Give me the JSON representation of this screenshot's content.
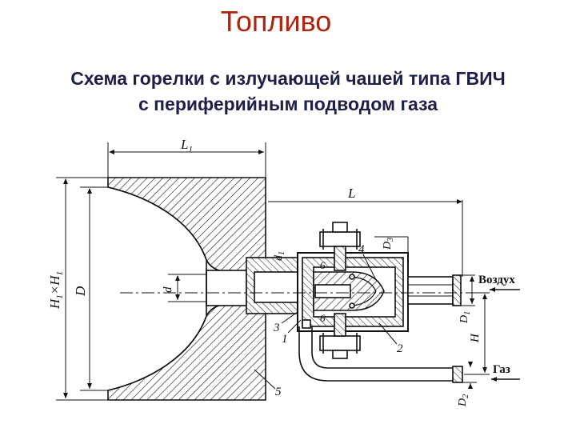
{
  "header": {
    "title": "Топливо",
    "subtitle_line1": "Схема горелки с излучающей чашей типа ГВИЧ",
    "subtitle_line2": "с периферийным подводом газа"
  },
  "diagram": {
    "dimensions": {
      "L1": "L",
      "L1_sub": "1",
      "L": "L",
      "H1xH1_main": "H",
      "H1xH1_sub1": "1",
      "H1xH1_x": "×",
      "H1xH1_main2": "H",
      "H1xH1_sub2": "1",
      "D": "D",
      "d": "d",
      "d1": "d",
      "d1_sub": "1",
      "D3": "D",
      "D3_sub": "3",
      "D1": "D",
      "D1_sub": "1",
      "H": "H",
      "D2": "D",
      "D2_sub": "2"
    },
    "flows": {
      "air": "Воздух",
      "gas": "Газ"
    },
    "callouts": [
      "1",
      "2",
      "3",
      "4",
      "5",
      "6",
      "6"
    ],
    "colors": {
      "line": "#111111",
      "title": "#b0230f",
      "subtitle": "#1c1f4a"
    }
  }
}
